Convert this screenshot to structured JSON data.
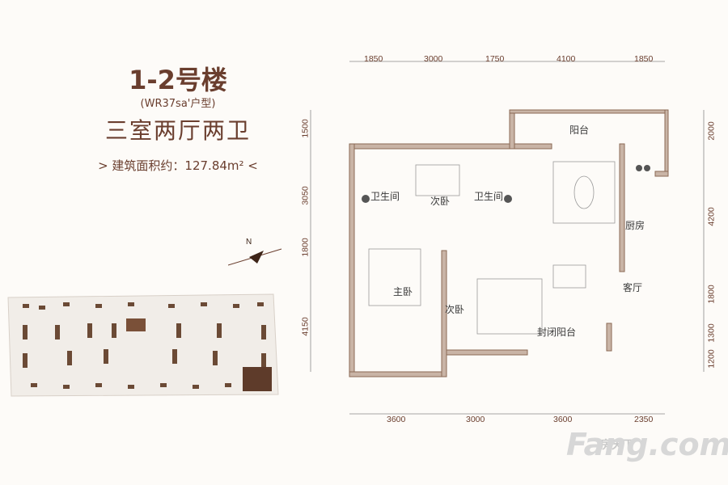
{
  "title": "1-2号楼",
  "subtitle": "(WR37sa'户型)",
  "layout_name": "三室两厅两卫",
  "area": "> 建筑面积约：127.84m² <",
  "dims_top": [
    "1850",
    "3000",
    "1750",
    "4100",
    "1850"
  ],
  "dims_bottom": [
    "3600",
    "3000",
    "3600",
    "2350"
  ],
  "dims_left": [
    "1500",
    "3050",
    "1800",
    "4150"
  ],
  "dims_right": [
    "2000",
    "4200",
    "1800",
    "1300",
    "1200"
  ],
  "rooms": {
    "balcony": "阳台",
    "bath1": "卫生间",
    "bed2a": "次卧",
    "bath2": "卫生间",
    "kitchen": "厨房",
    "living": "客厅",
    "master": "主卧",
    "bed2b": "次卧",
    "enclosed_balcony": "封闭阳台"
  },
  "north_label": "N",
  "watermark": "Fang.com",
  "watermark_cn": "房天下",
  "colors": {
    "wall": "#8a6a55",
    "accent": "#6a3e2e"
  }
}
